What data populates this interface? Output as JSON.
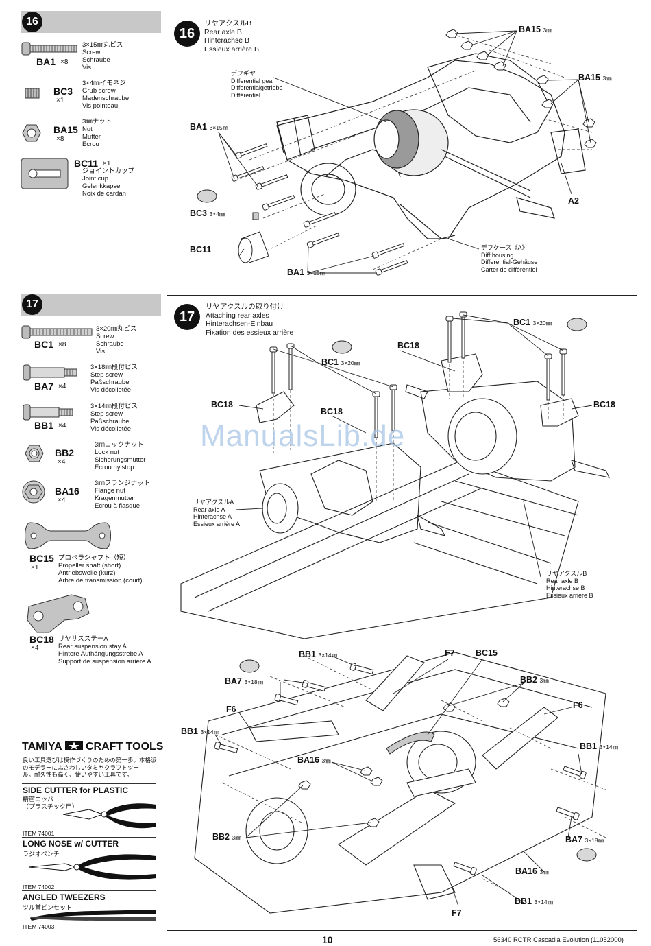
{
  "step16": {
    "number": "16",
    "title": "リヤアクスルB\nRear axle B\nHinterachse B\nEssieux arrière B",
    "parts": [
      {
        "code": "BA1",
        "qty": "×8",
        "desc": "3×15㎜丸ビス\nScrew\nSchraube\nVis"
      },
      {
        "code": "BC3",
        "qty": "×1",
        "desc": "3×4㎜イモネジ\nGrub screw\nMadenschraube\nVis pointeau"
      },
      {
        "code": "BA15",
        "qty": "×8",
        "desc": "3㎜ナット\nNut\nMutter\nEcrou"
      },
      {
        "code": "BC11",
        "qty": "×1",
        "desc": "ジョイントカップ\nJoint cup\nGelenkkapsel\nNoix de cardan"
      }
    ],
    "callouts": {
      "ba15_a": "BA15",
      "ba15_a_size": "3㎜",
      "ba15_b": "BA15",
      "ba15_b_size": "3㎜",
      "ba1_a": "BA1",
      "ba1_a_size": "3×15㎜",
      "bc3": "BC3",
      "bc3_size": "3×4㎜",
      "bc11": "BC11",
      "ba1_b": "BA1",
      "ba1_b_size": "3×15㎜",
      "a2": "A2"
    },
    "diff_gear": "デフギヤ\nDifferential gear\nDifferentialgetriebe\nDifférentiel",
    "diff_housing": "デフケース《A》\nDiff housing\nDifferential-Gehäuse\nCarter de différentiel"
  },
  "step17": {
    "number": "17",
    "title": "リヤアクスルの取り付け\nAttaching rear axles\nHinterachsen-Einbau\nFixation des essieux arrière",
    "parts": [
      {
        "code": "BC1",
        "qty": "×8",
        "desc": "3×20㎜丸ビス\nScrew\nSchraube\nVis"
      },
      {
        "code": "BA7",
        "qty": "×4",
        "desc": "3×18㎜段付ビス\nStep screw\nPaßschraube\nVis décolletée"
      },
      {
        "code": "BB1",
        "qty": "×4",
        "desc": "3×14㎜段付ビス\nStep screw\nPaßschraube\nVis décolletée"
      },
      {
        "code": "BB2",
        "qty": "×4",
        "desc": "3㎜ロックナット\nLock nut\nSicherungsmutter\nEcrou nylstop"
      },
      {
        "code": "BA16",
        "qty": "×4",
        "desc": "3㎜フランジナット\nFlange nut\nKragenmutter\nEcrou à flasque"
      },
      {
        "code": "BC15",
        "qty": "×1",
        "desc": "プロペラシャフト（短）\nPropeller shaft (short)\nAntriebswelle (kurz)\nArbre de transmission (court)"
      },
      {
        "code": "BC18",
        "qty": "×4",
        "desc": "リヤサスステーA\nRear suspension stay A\nHintere Aufhängungsstrebe A\nSupport de suspension arrière A"
      }
    ],
    "callouts": {
      "bc1_a": "BC1",
      "bc1_a_size": "3×20㎜",
      "bc1_b": "BC1",
      "bc1_b_size": "3×20㎜",
      "bc18_a": "BC18",
      "bc18_b": "BC18",
      "bc18_c": "BC18",
      "bc18_d": "BC18",
      "bb1_a": "BB1",
      "bb1_a_size": "3×14㎜",
      "f7_a": "F7",
      "bc15": "BC15",
      "ba7_a": "BA7",
      "ba7_a_size": "3×18㎜",
      "bb2_a": "BB2",
      "bb2_a_size": "3㎜",
      "f6_a": "F6",
      "f6_b": "F6",
      "bb1_b": "BB1",
      "bb1_b_size": "3×14㎜",
      "bb1_c": "BB1",
      "bb1_c_size": "3×14㎜",
      "ba16_a": "BA16",
      "ba16_a_size": "3㎜",
      "bb2_b": "BB2",
      "bb2_b_size": "3㎜",
      "ba7_b": "BA7",
      "ba7_b_size": "3×18㎜",
      "ba16_b": "BA16",
      "ba16_b_size": "3㎜",
      "bb1_d": "BB1",
      "bb1_d_size": "3×14㎜",
      "f7_b": "F7"
    },
    "rear_axle_a": "リヤアクスルA\nRear axle A\nHinterachse A\nEssieux arrière A",
    "rear_axle_b": "リヤアクスルB\nRear axle B\nHinterachse B\nEssieux arrière B"
  },
  "tools": {
    "brand": "TAMIYA",
    "heading": "CRAFT TOOLS",
    "intro": "良い工具選びは模作づくりのための第一歩。本格派\nのモデラーにふさわしいタミヤクラフトツー\nル。耐久性も高く、使いやすい工具です。",
    "items": [
      {
        "name": "SIDE CUTTER for PLASTIC",
        "jp": "精密ニッパー\n（プラスチック用）",
        "item": "ITEM 74001"
      },
      {
        "name": "LONG NOSE w/ CUTTER",
        "jp": "ラジオペンチ",
        "item": "ITEM 74002"
      },
      {
        "name": "ANGLED TWEEZERS",
        "jp": "ツル首ピンセット",
        "item": "ITEM 74003"
      }
    ]
  },
  "watermark": "ManualsLib.de",
  "footer": {
    "page": "10",
    "doc": "56340 RCTR Cascadia Evolution (11052000)"
  }
}
